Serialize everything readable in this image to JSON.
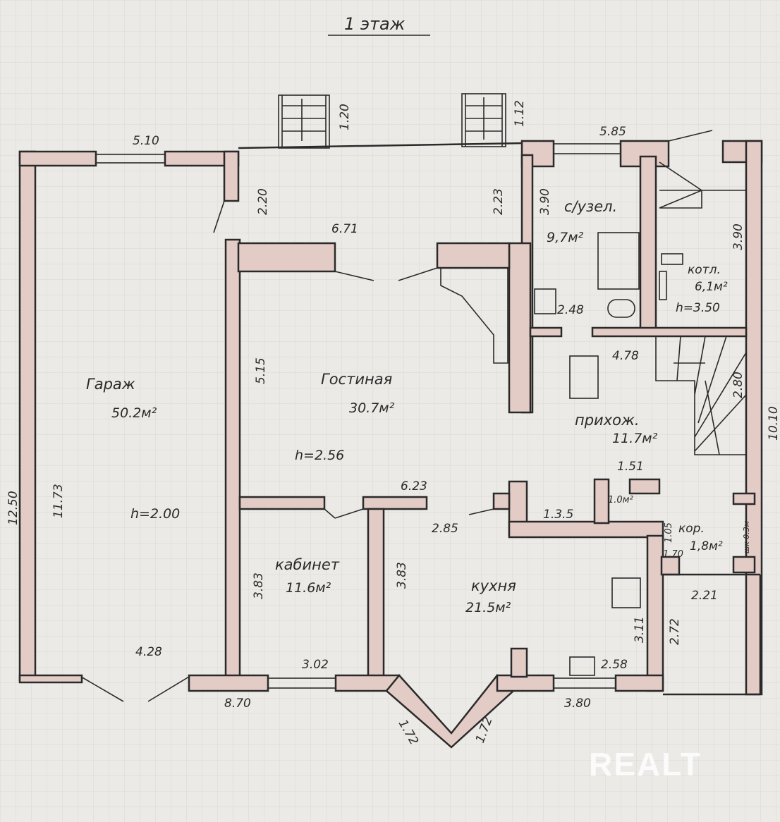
{
  "title": "1 этаж",
  "rooms": {
    "garage": {
      "name": "Гараж",
      "area": "50.2м²",
      "height": "h=2.00"
    },
    "living": {
      "name": "Гостиная",
      "area": "30.7м²",
      "height": "h=2.56"
    },
    "bathroom": {
      "name": "с/узел.",
      "area": "9,7м²"
    },
    "boiler": {
      "name": "котл.",
      "area": "6,1м²",
      "height": "h=3.50"
    },
    "hall": {
      "name": "прихож.",
      "area": "11.7м²"
    },
    "office": {
      "name": "кабинет",
      "area": "11.6м²"
    },
    "kitchen": {
      "name": "кухня",
      "area": "21.5м²"
    },
    "corridor": {
      "name": "кор.",
      "area": "1,8м²"
    },
    "wc": {
      "area": "1.0м²"
    },
    "closet": {
      "name": "шк 0.3м"
    }
  },
  "dimensions": {
    "garage_top": "5.10",
    "stair1": "1.20",
    "stair2": "1.12",
    "top_right": "5.85",
    "garage_stub": "2.20",
    "living_top": "6.71",
    "living_right": "2.23",
    "bath_h": "3.90",
    "boiler_h": "3.90",
    "bath_w": "2.48",
    "hall_w": "4.78",
    "stair_w": "2.80",
    "right_total": "10.10",
    "living_left": "5.15",
    "left_total": "12.50",
    "garage_inner": "11.73",
    "living_bottom": "6.23",
    "wc_w": "1.51",
    "kitchen_top": "1.3.5",
    "door": "2.85",
    "corr_h": "1.05",
    "corr_w": "1.70",
    "office_l": "3.83",
    "office_r": "3.83",
    "hall_low": "2.21",
    "kitchen_r": "3.11",
    "right_low": "2.72",
    "garage_bottom": "4.28",
    "office_bottom": "3.02",
    "kitchen_bottom": "2.58",
    "bottom_left": "8.70",
    "bay1": "1.72",
    "bay2": "1.72",
    "bottom_right": "3.80"
  },
  "watermark": "REALT"
}
